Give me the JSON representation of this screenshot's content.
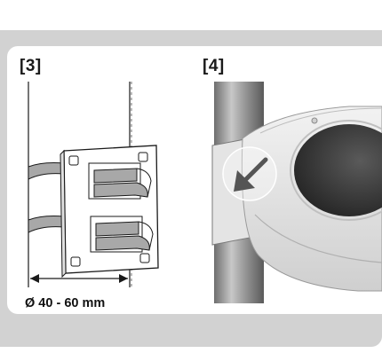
{
  "steps": {
    "step3_label": "[3]",
    "step4_label": "[4]"
  },
  "dimension": {
    "label": "Ø 40 - 60 mm"
  },
  "colors": {
    "panel_bg": "#d2d2d2",
    "card_bg": "#ffffff",
    "line": "#1a1a1a",
    "strap": "#a8a8a8",
    "pole_metal": "#9a9a9a",
    "housing": "#e6e6e6",
    "lens": "#3a3a3a"
  }
}
